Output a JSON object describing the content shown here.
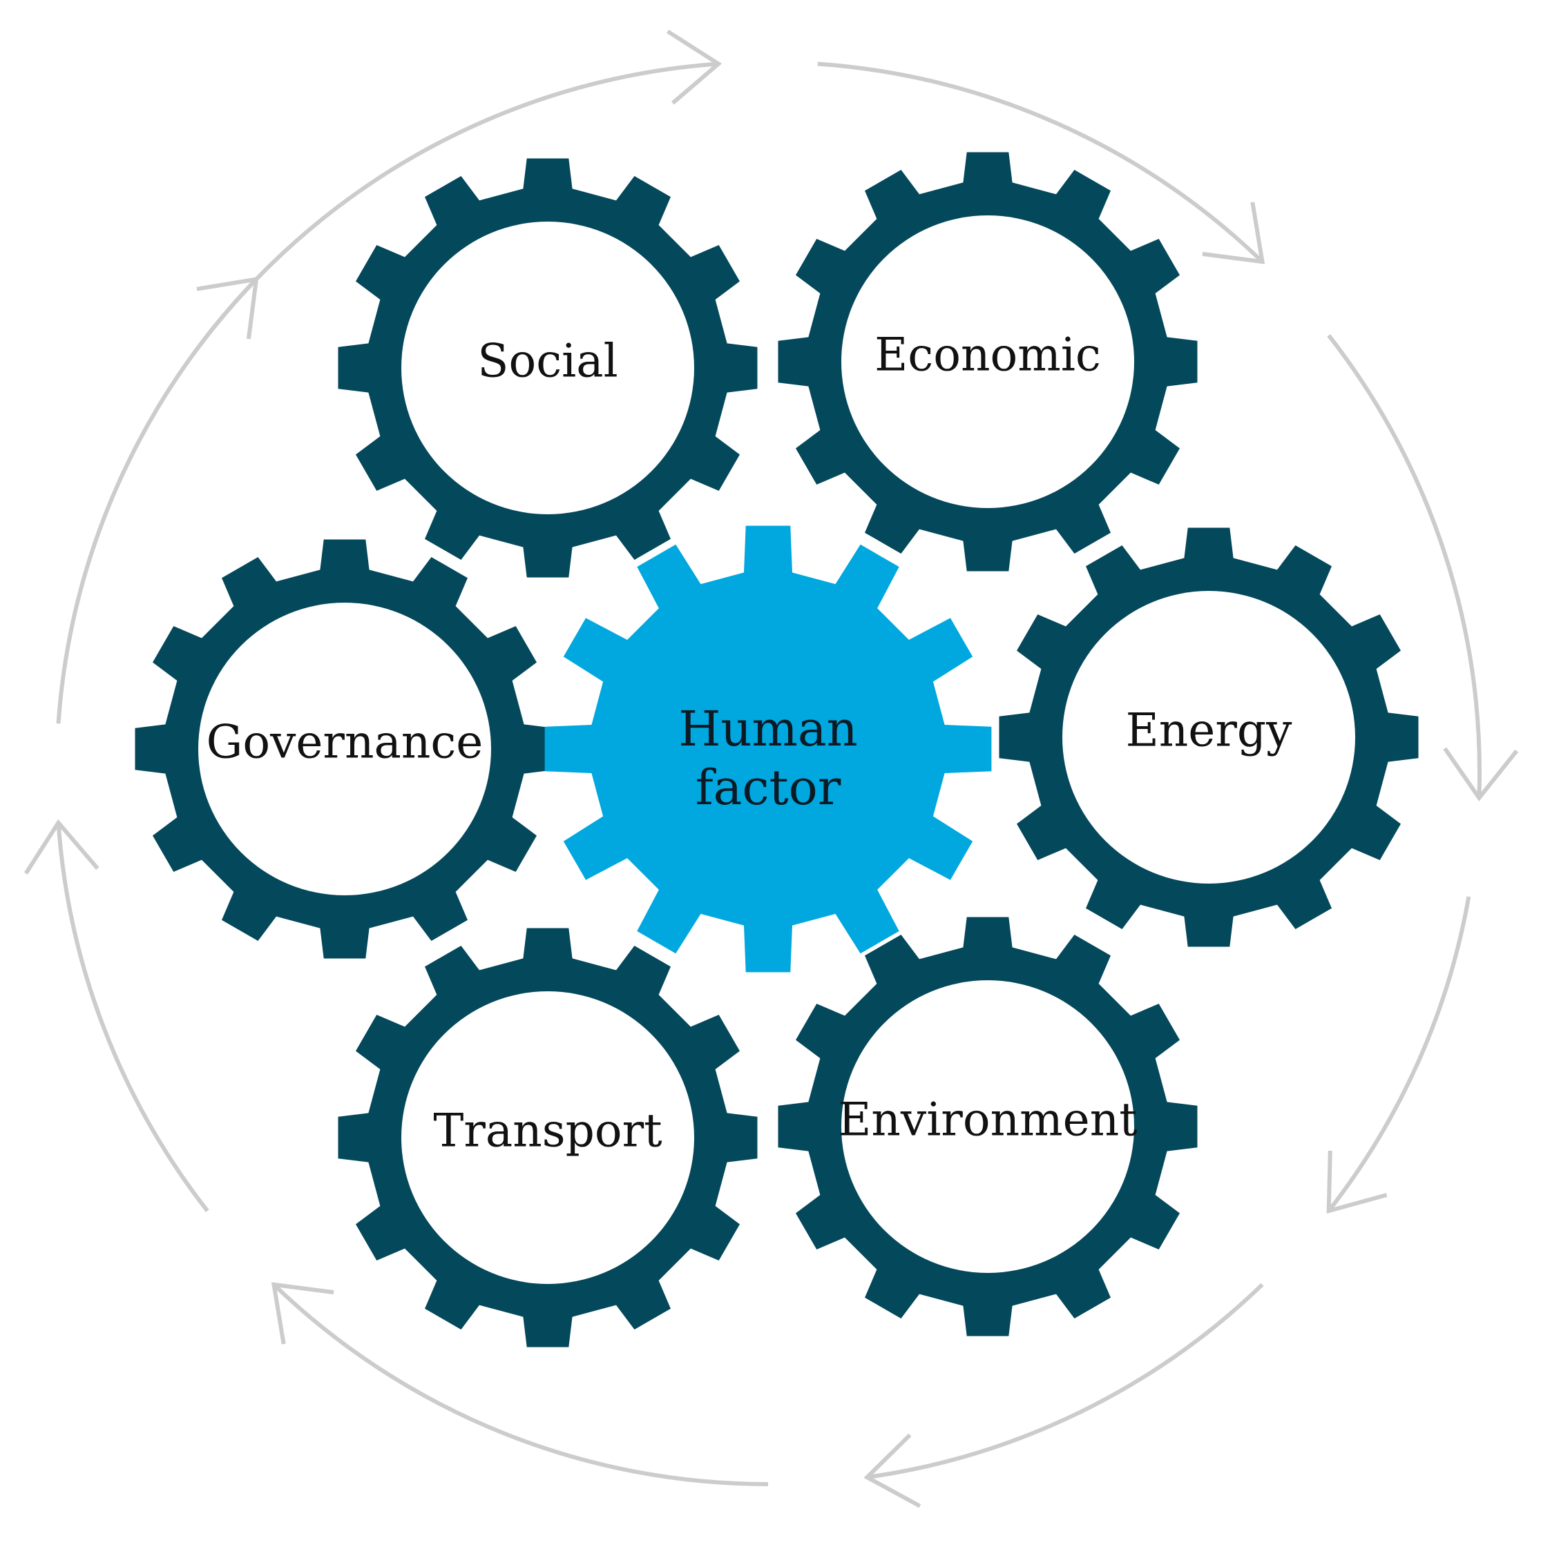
{
  "diagram": {
    "center": {
      "label_line1": "Human",
      "label_line2": "factor"
    },
    "gears": [
      {
        "id": "social",
        "label": "Social"
      },
      {
        "id": "economic",
        "label": "Economic"
      },
      {
        "id": "energy",
        "label": "Energy"
      },
      {
        "id": "environment",
        "label": "Environment"
      },
      {
        "id": "transport",
        "label": "Transport"
      },
      {
        "id": "governance",
        "label": "Governance"
      }
    ],
    "colors": {
      "outer_gear": "#04485b",
      "center_gear": "#00a8df",
      "cycle_arrows": "#cccccc",
      "gear_hole": "#ffffff"
    },
    "cycle_direction": "clockwise"
  }
}
